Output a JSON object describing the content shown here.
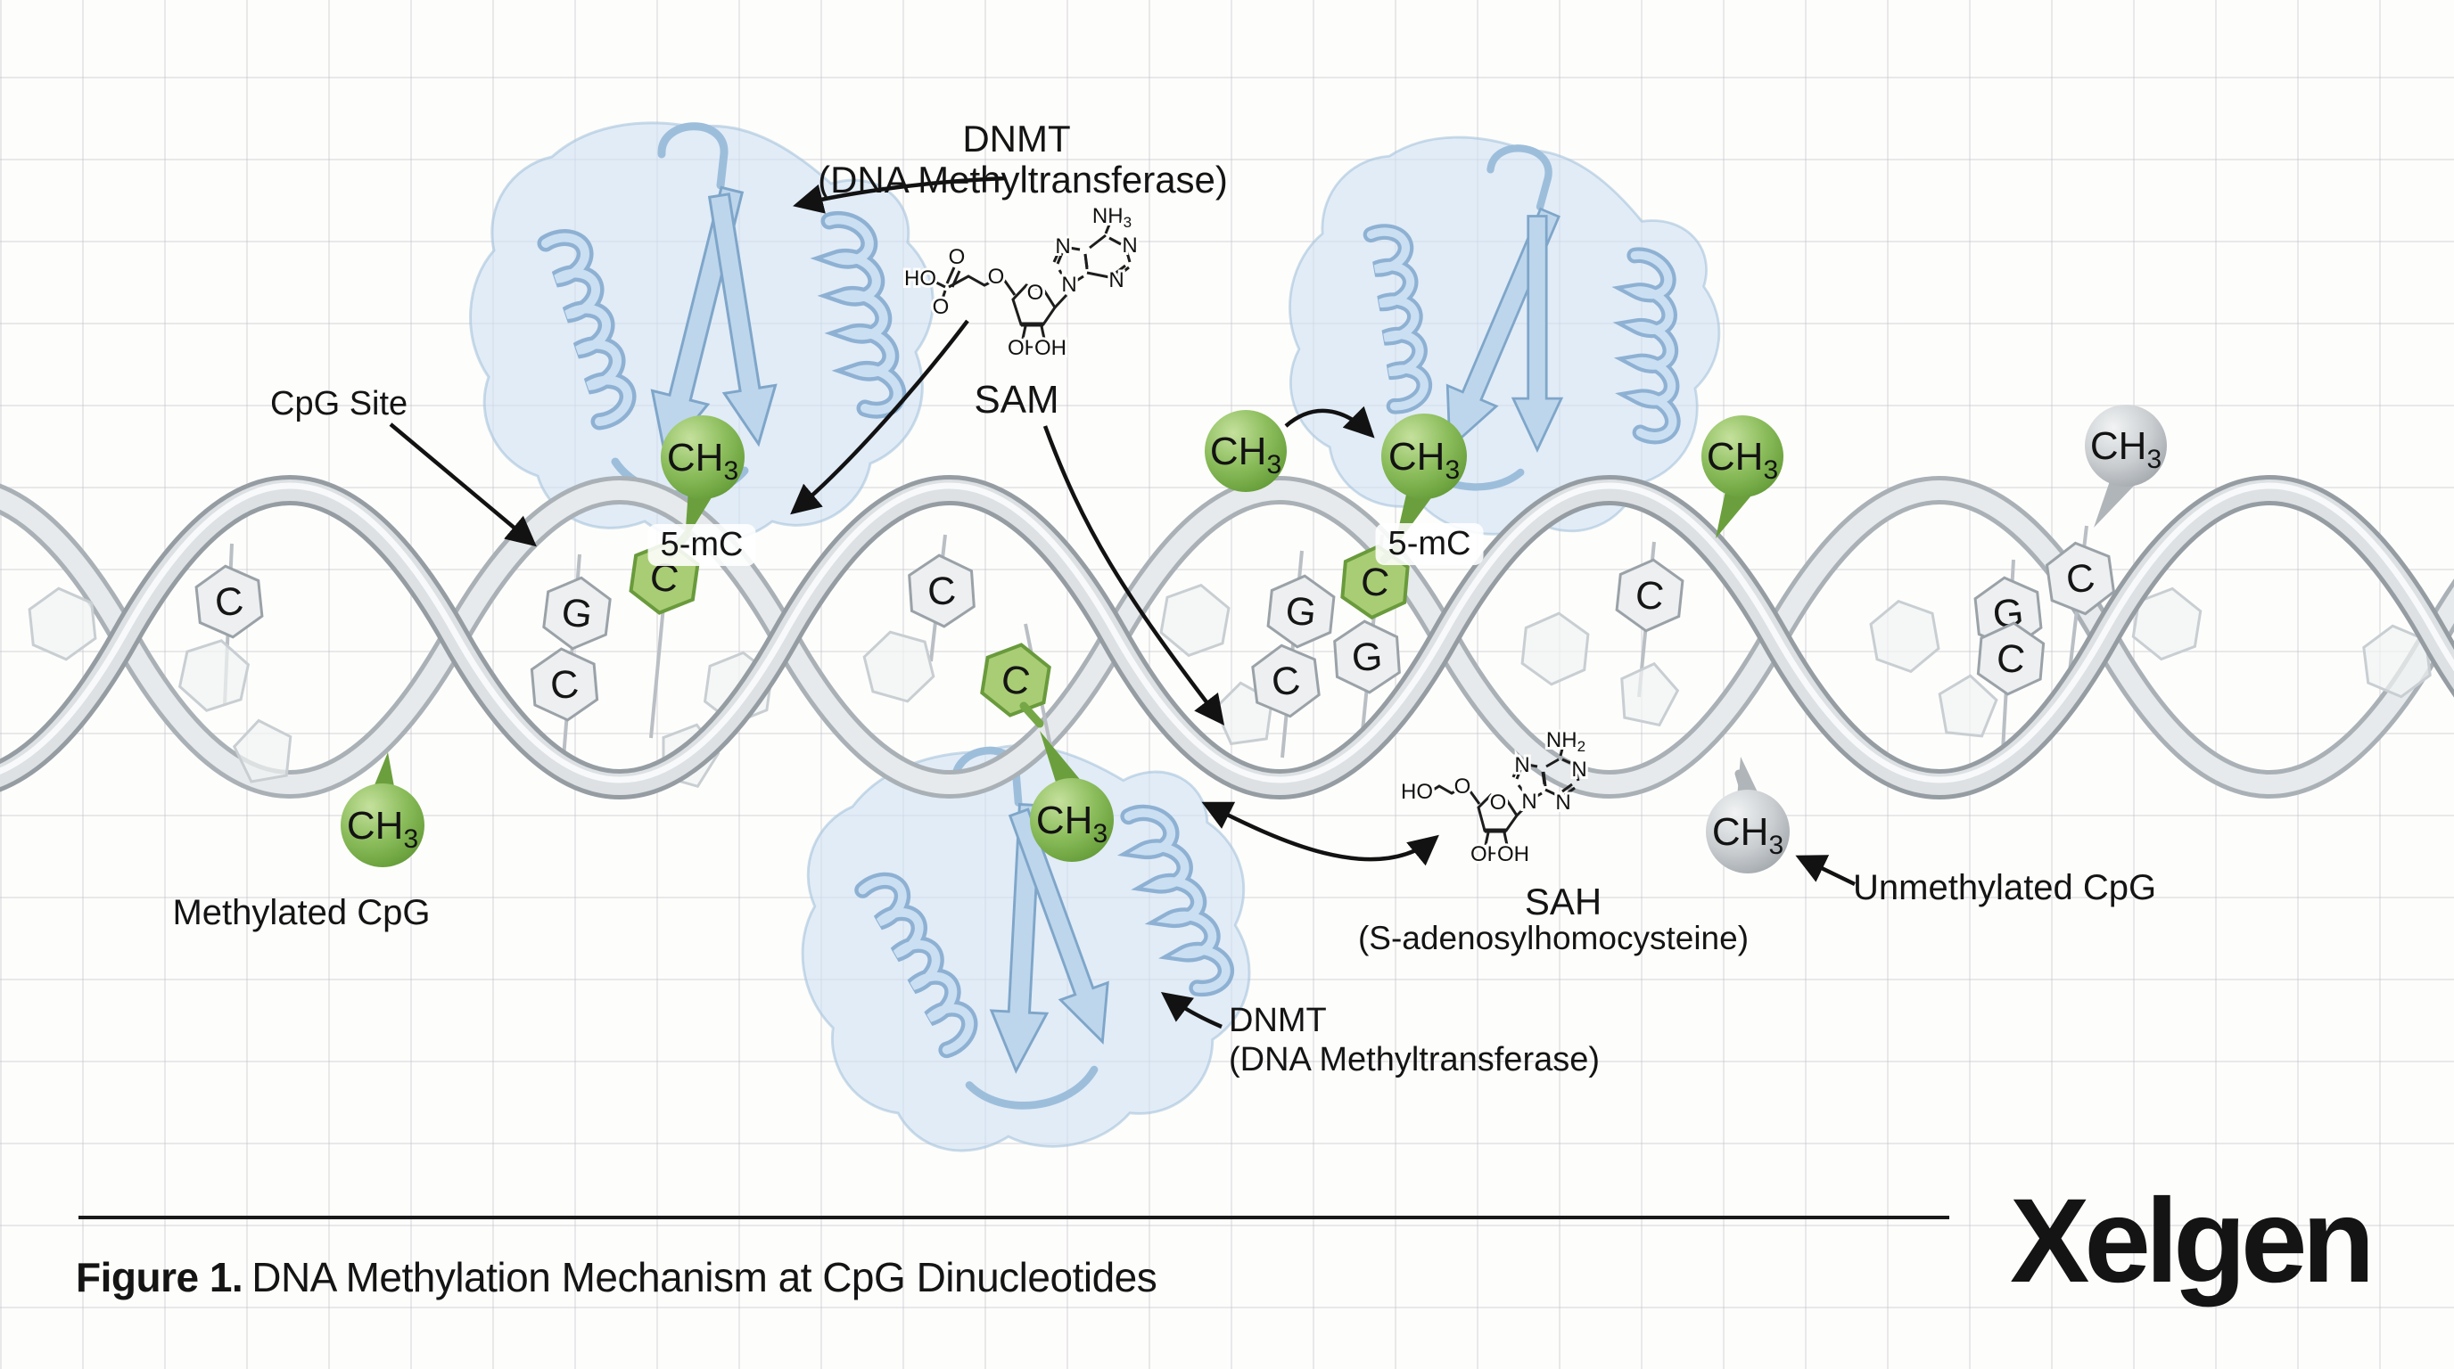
{
  "figure": {
    "caption_prefix": "Figure 1.",
    "caption_text": "DNA Methylation Mechanism at CpG Dinucleotides",
    "brand": "Xelgen"
  },
  "labels": {
    "dnmt_top_line1": "DNMT",
    "dnmt_top_line2": "(DNA Methyltransferase)",
    "dnmt_bottom_line1": "DNMT",
    "dnmt_bottom_line2": "(DNA Methyltransferase)",
    "cpg_site": "CpG Site",
    "sam": "SAM",
    "sah": "SAH",
    "sah_full": "(S-adenosylhomocysteine)",
    "five_mc_1": "5-mC",
    "five_mc_2": "5-mC",
    "methylated": "Methylated CpG",
    "unmethylated": "Unmethylated CpG",
    "ch3_main": "CH",
    "ch3_sub": "3"
  },
  "chemistry": {
    "ho": "HO",
    "o": "O",
    "oh": "OH",
    "n": "N",
    "nh_sam_main": "NH",
    "nh_sam_sub": "3",
    "nh_sah_main": "NH",
    "nh_sah_sub": "2"
  },
  "dna": {
    "bases": [
      {
        "letter": "C",
        "state": "unmethylated"
      },
      {
        "letter": "G",
        "state": "unmethylated"
      },
      {
        "letter": "C",
        "state": "unmethylated"
      },
      {
        "letter": "C",
        "state": "methylated"
      },
      {
        "letter": "C",
        "state": "unmethylated"
      },
      {
        "letter": "C",
        "state": "methylated"
      },
      {
        "letter": "G",
        "state": "unmethylated"
      },
      {
        "letter": "C",
        "state": "unmethylated"
      },
      {
        "letter": "C",
        "state": "methylated"
      },
      {
        "letter": "G",
        "state": "unmethylated"
      },
      {
        "letter": "C",
        "state": "unmethylated"
      },
      {
        "letter": "G",
        "state": "unmethylated"
      },
      {
        "letter": "C",
        "state": "unmethylated"
      },
      {
        "letter": "C",
        "state": "unmethylated"
      }
    ]
  },
  "colors": {
    "methyl_green": "#7fae4a",
    "unmethyl_gray": "#b4b8bc",
    "protein_blue": "#c7dcf0",
    "strand_gray": "#c3c9cd",
    "ink": "#141414"
  }
}
